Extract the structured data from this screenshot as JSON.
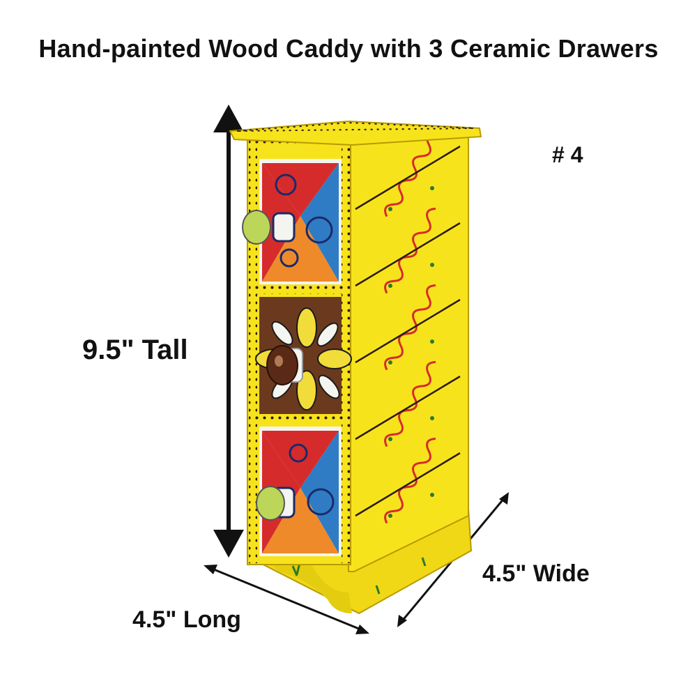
{
  "title": "Hand-painted Wood Caddy with 3 Ceramic Drawers",
  "variant": "# 4",
  "dimensions": {
    "height": "9.5\" Tall",
    "width": "4.5\" Wide",
    "length": "4.5\" Long"
  },
  "product": {
    "drawer_count": 3,
    "colors": {
      "wood": "#f7e31c",
      "wood_shade": "#e4cc10",
      "dots": "#2a1a10",
      "red": "#d62b2b",
      "blue": "#2f7cc4",
      "orange": "#ee8a2a",
      "brown": "#6b3a1e",
      "knob_green": "#bcd65a",
      "knob_white": "#f4f4f0"
    }
  }
}
